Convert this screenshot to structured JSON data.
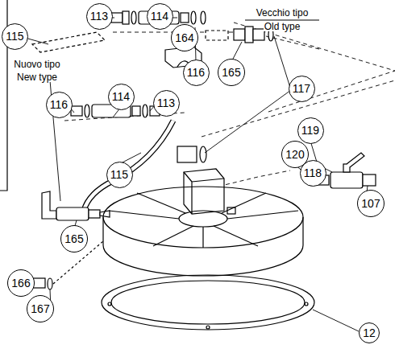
{
  "diagram": {
    "labels": [
      "113",
      "114",
      "Vecchio tipo",
      "Old type",
      "115",
      "116",
      "165",
      "164",
      "Nuovo tipo",
      "New type",
      "116",
      "114",
      "113",
      "117",
      "115",
      "119",
      "120",
      "118",
      "107",
      "165",
      "166",
      "167",
      "12"
    ]
  }
}
